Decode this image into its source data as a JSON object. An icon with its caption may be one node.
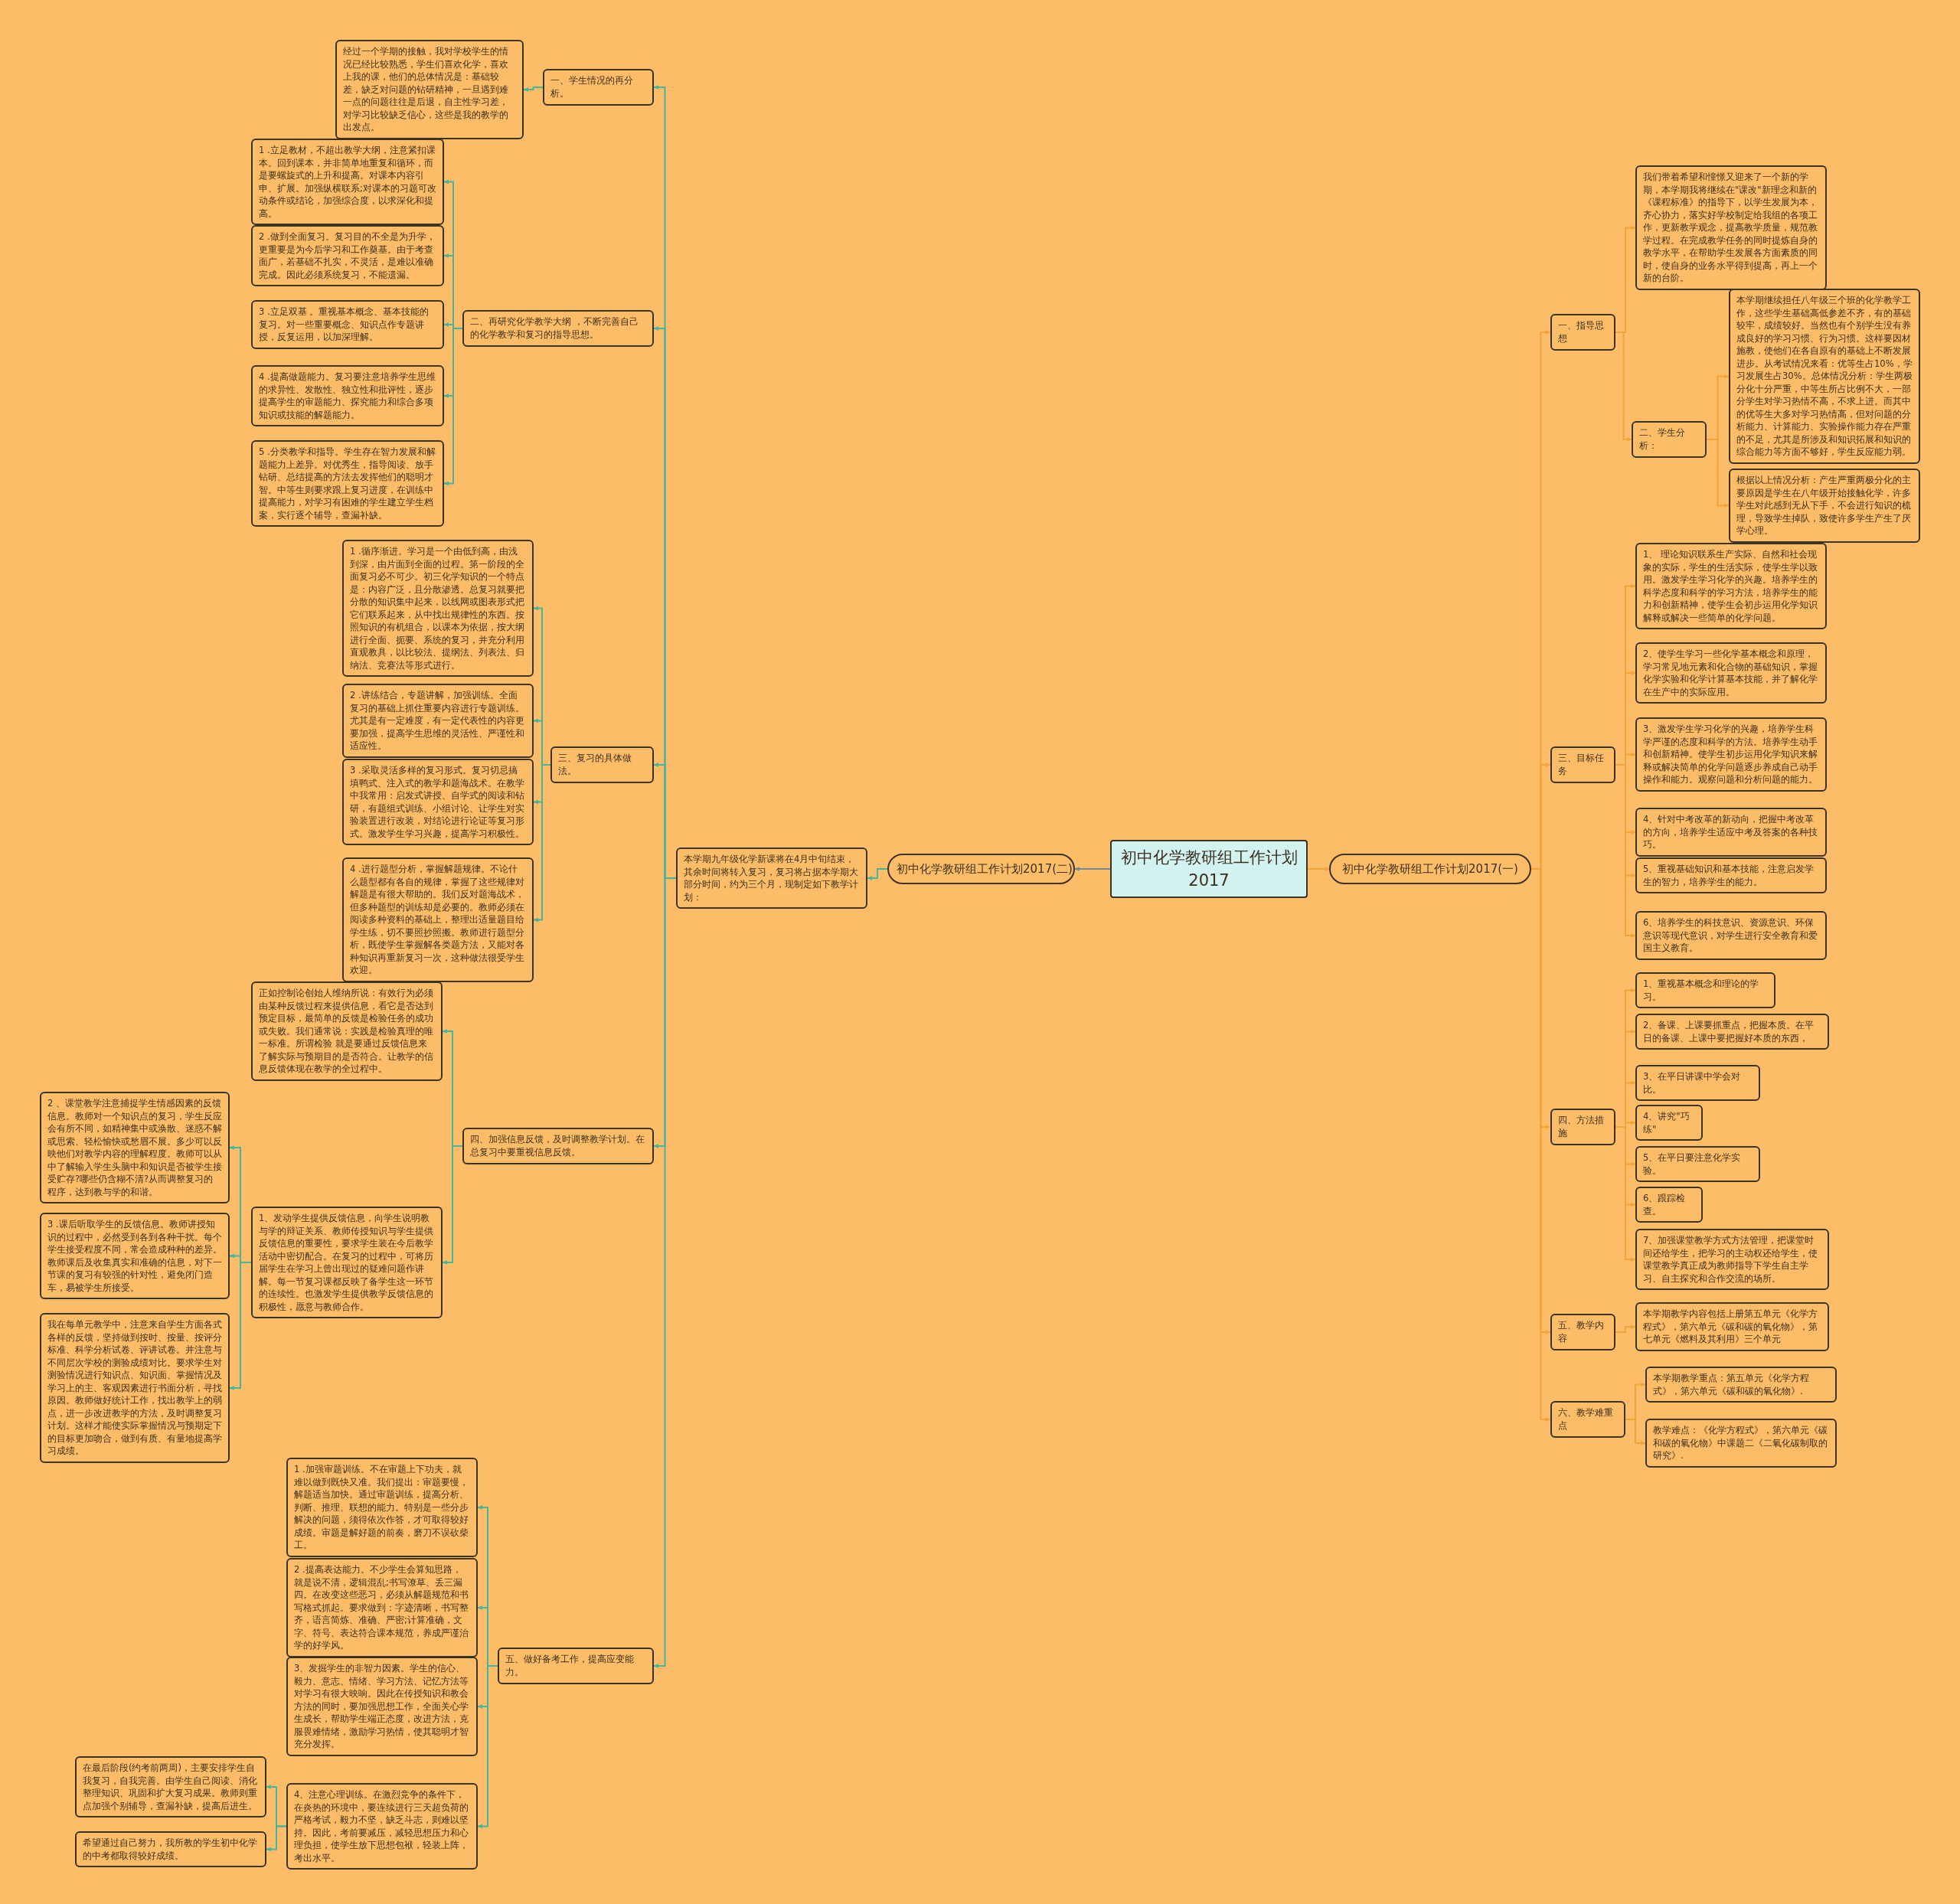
{
  "diagram": {
    "nodes": [
      {
        "text": [
          "初中化学教研组工作计划2017"
        ]
      },
      {
        "text": [
          "初中化学教研组工作计划2017(一)"
        ]
      },
      {
        "text": [
          "一、指导思想"
        ]
      },
      {
        "text": [
          "我们带着希望和憧憬又迎来了一个新的学期，本学期我将继续在\"课改\"新理念和新的《课程标准》的指导下，以学生发展为本，齐心协力，落实好学校制定给我组的各项工作，更新教学观念，提高教学质量，规范教学过程。在完成教学任务的同时提炼自身的教学水平，在帮助学生发展各方面素质的同时，使自身的业务水平得到提高，再上一个新的台阶。"
        ]
      },
      {
        "text": [
          "二、学生分析："
        ]
      },
      {
        "text": [
          "本学期继续担任八年级三个班的化学教学工作，这些学生基础高低参差不齐，有的基础较牢，成绩较好。当然也有个别学生没有养成良好的学习习惯、行为习惯。这样要因材施教，使他们在各自原有的基础上不断发展进步。从考试情况来看：优等生占10%，学习发展生占30%。总体情况分析：学生两极分化十分严重，中等生所占比例不大，一部分学生对学习热情不高，不求上进。而其中的优等生大多对学习热情高，但对问题的分析能力、计算能力、实验操作能力存在严重的不足，尤其是所涉及和知识拓展和知识的综合能力等方面不够好，学生反应能力弱。"
        ]
      },
      {
        "text": [
          "根据以上情况分析：产生严重两极分化的主要原因是学生在八年级开始接触化学，许多学生对此感到无从下手，不会进行知识的梳理，导致学生掉队，致使许多学生产生了厌学心理。"
        ]
      },
      {
        "text": [
          "三、目标任务"
        ]
      },
      {
        "text": [
          "1、 理论知识联系生产实际、自然和社会现象的实际，学生的生活实际，使学生学以致用。激发学生学习化学的兴趣。培养学生的科学态度和科学的学习方法，培养学生的能力和创新精神，使学生会初步运用化学知识解释或解决一些简单的化学问题。"
        ]
      },
      {
        "text": [
          "2、使学生学习一些化学基本概念和原理，学习常见地元素和化合物的基础知识，掌握化学实验和化学计算基本技能，并了解化学在生产中的实际应用。"
        ]
      },
      {
        "text": [
          "3、激发学生学习化学的兴趣，培养学生科学严谨的态度和科学的方法。培养学生动手和创新精神。使学生初步运用化学知识来解释或解决简单的化学问题逐步养成自己动手操作和能力。观察问题和分析问题的能力。"
        ]
      },
      {
        "text": [
          "4、针对中考改革的新动向，把握中考改革的方向，培养学生适应中考及答案的各种技巧。"
        ]
      },
      {
        "text": [
          "5、重视基础知识和基本技能，注意启发学生的智力，培养学生的能力。"
        ]
      },
      {
        "text": [
          "6、培养学生的科技意识、资源意识、环保意识等现代意识，对学生进行安全教育和爱国主义教育。"
        ]
      },
      {
        "text": [
          "四、方法措施"
        ]
      },
      {
        "text": [
          "1、重视基本概念和理论的学习。"
        ]
      },
      {
        "text": [
          "2、备课、上课要抓重点，把握本质。在平日的备课、上课中要把握好本质的东西，"
        ]
      },
      {
        "text": [
          "3、在平日讲课中学会对比。"
        ]
      },
      {
        "text": [
          "4、讲究\"巧练\""
        ]
      },
      {
        "text": [
          "5、在平日要注意化学实验。"
        ]
      },
      {
        "text": [
          "6、跟踪检查。"
        ]
      },
      {
        "text": [
          "7、加强课堂教学方式方法管理，把课堂时间还给学生，把学习的主动权还给学生，使课堂教学真正成为教师指导下学生自主学习、自主探究和合作交流的场所。"
        ]
      },
      {
        "text": [
          "五、教学内容"
        ]
      },
      {
        "text": [
          "本学期教学内容包括上册第五单元《化学方程式》，第六单元《碳和碳的氧化物》，第七单元《燃料及其利用》三个单元"
        ]
      },
      {
        "text": [
          "六、教学难重点"
        ]
      },
      {
        "text": [
          "本学期教学重点：第五单元《化学方程式》，第六单元《碳和碳的氧化物》."
        ]
      },
      {
        "text": [
          "教学难点：《化学方程式》，第六单元《碳和碳的氧化物》中课题二《二氧化碳制取的研究》."
        ]
      },
      {
        "text": [
          "初中化学教研组工作计划2017(二)"
        ]
      },
      {
        "text": [
          "本学期九年级化学新课将在4月中旬结束，其余时间将转入复习，复习将占据本学期大部分时间，约为三个月，现制定如下教学计划："
        ]
      },
      {
        "text": [
          "一、学生情况的再分析。"
        ]
      },
      {
        "text": [
          "经过一个学期的接触，我对学校学生的情况已经比较熟悉，学生们喜欢化学，喜欢上我的课，他们的总体情况是：基础较差，缺乏对问题的钻研精神，一旦遇到难一点的问题往往是后退，自主性学习差，对学习比较缺乏信心，这些是我的教学的出发点。"
        ]
      },
      {
        "text": [
          "二、再研究化学教学大纲 ，不断完善自己的化学教学和复习的指导思想。"
        ]
      },
      {
        "text": [
          "1 .立足教材，不超出教学大纲，注意紧扣课本。回到课本，并非简单地重复和循环，而是要螺旋式的上升和提高。对课本内容引申、扩展。加强纵横联系;对课本的习题可改动条件或结论，加强综合度，以求深化和提高。"
        ]
      },
      {
        "text": [
          "2 .做到全面复习。复习目的不全是为升学，更重要是为今后学习和工作奠基。由于考查面广，若基础不扎实，不灵活，是难以准确完成。因此必须系统复习，不能遗漏。"
        ]
      },
      {
        "text": [
          "3 .立足双基 。重视基本概念、基本技能的复习。对一些重要概念、知识点作专题讲授，反复运用，以加深理解。"
        ]
      },
      {
        "text": [
          "4 .提高做题能力。复习要注意培养学生思维的求异性、发散性、独立性和批评性，逐步提高学生的审题能力、探究能力和综合多项知识或技能的解题能力。"
        ]
      },
      {
        "text": [
          "5 .分类教学和指导。学生存在智力发展和解题能力上差异。对优秀生，指导阅读、放手钻研、总结提高的方法去发挥他们的聪明才智。中等生则要求跟上复习进度，在训练中提高能力，对学习有困难的学生建立学生档案，实行逐个辅导，查漏补缺。"
        ]
      },
      {
        "text": [
          "三、复习的具体做法。"
        ]
      },
      {
        "text": [
          "1 .循序渐进。学习是一个由低到高，由浅到深，由片面到全面的过程。第一阶段的全面复习必不可少。初三化学知识的一个特点是：内容广泛，且分散渗透。总复习就要把分散的知识集中起来，以线网或图表形式把它们联系起来，从中找出规律性的东西。按照知识的有机组合，以课本为依据，按大纲进行全面、扼要、系统的复习，并充分利用直观教具，以比较法、提纲法、列表法、归纳法、竞赛法等形式进行。"
        ]
      },
      {
        "text": [
          "2 .讲练结合，专题讲解，加强训练。全面复习的基础上抓住重要内容进行专题训练。尤其是有一定难度，有一定代表性的内容更要加强，提高学生思维的灵活性、严谨性和适应性。"
        ]
      },
      {
        "text": [
          "3 .采取灵活多样的复习形式。复习切忌搞填鸭式、注入式的教学和题海战术。在教学中我常用：启发式讲授、自学式的阅读和钻研，有题组式训练、小组讨论、让学生对实验装置进行改装，对结论进行论证等复习形式。激发学生学习兴趣，提高学习积极性。"
        ]
      },
      {
        "text": [
          "4 .进行题型分析，掌握解题规律。不论什么题型都有各自的规律，掌握了这些规律对解题是有很大帮助的。我们反对题海战术，但多种题型的训练却是必要的。教师必须在阅读多种资料的基础上，整理出适量题目给学生练，切不要照抄照搬。教师进行题型分析，既使学生掌握解各类题方法，又能对各种知识再重新复习一次，这种做法很受学生欢迎。"
        ]
      },
      {
        "text": [
          "四、加强信息反馈，及时调整教学计划。在总复习中要重视信息反馈。"
        ]
      },
      {
        "text": [
          "正如控制论创始人维纳所说：有效行为必须由某种反馈过程来提供信息，看它是否达到预定目标，最简单的反馈是检验任务的成功或失败。我们通常说：实践是检验真理的唯一标准。所谓检验 就是要通过反馈信息来了解实际与预期目的是否符合。让教学的信息反馈体现在教学的全过程中。"
        ]
      },
      {
        "text": [
          "1、发动学生提供反馈信息，向学生说明教与学的辩证关系、教师传授知识与学生提供反馈信息的重要性，要求学生装在今后教学活动中密切配合。在复习的过程中，可将历届学生在学习上曾出现过的疑难问题作讲解。每一节复习课都反映了备学生这一环节的连续性。也激发学生提供教学反馈信息的积极性，愿意与教师合作。"
        ]
      },
      {
        "text": [
          "2 、课堂教学注意捕捉学生情感因素的反馈信息。教师对一个知识点的复习，学生反应会有所不同，如精神集中或涣散、迷惑不解或思索、轻松愉快或愁眉不展。多少可以反映他们对教学内容的理解程度。教师可以从中了解输入学生头脑中和知识是否被学生接受贮存?哪些仍含糊不清?从而调整复习的程序，达到教与学的和谐。"
        ]
      },
      {
        "text": [
          "3 .课后听取学生的反馈信息。教师讲授知识的过程中，必然受到各到各种干扰。每个学生接受程度不同，常会造成种种的差异。教师课后及收集真实和准确的信息，对下一节课的复习有较强的针对性，避免闭门造车，易被学生所接受。"
        ]
      },
      {
        "text": [
          "我在每单元教学中，注意来自学生方面各式各样的反馈，坚持做到按时、按量、按评分标准、科学分析试卷、评讲试卷。并注意与不同层次学校的测验成绩对比。要求学生对测验情况进行知识点、知识面、掌握情况及学习上的主、客观因素进行书面分析，寻找原因。教师做好统计工作，找出教学上的弱点，进一步改进教学的方法，及时调整复习计划。这样才能使实际掌握情况与预期定下的目标更加吻合，做到有质、有量地提高学习成绩。"
        ]
      },
      {
        "text": [
          "五、做好备考工作，提高应变能力。"
        ]
      },
      {
        "text": [
          "1 .加强审题训练。不在审题上下功夫，就难以做到既快又准。我们提出：审题要慢，解题适当加快。通过审题训练，提高分析、判断、推理、联想的能力。特别是一些分步解决的问题，须得依次作答，才可取得较好成绩。审题是解好题的前奏，磨刀不误砍柴工。"
        ]
      },
      {
        "text": [
          "2 .提高表达能力。不少学生会算知思路，就是说不清，逻辑混乱;书写潦草、丢三漏四。在改变这些恶习，必须从解题规范和书写格式抓起。要求做到：字迹清晰，书写整齐，语言简炼、准确、严密;计算准确，文字、符号、表达符合课本规范，养成严谨治学的好学风。"
        ]
      },
      {
        "text": [
          "3、发掘学生的非智力因素。学生的信心、毅力、意志、情绪、学习方法、记忆方法等对学习有很大映响。因此在传授知识和教会方法的同时，要加强思想工作，全面关心学生成长，帮助学生端正态度，改进方法，克服畏难情绪，激励学习热情，使其聪明才智充分发挥。"
        ]
      },
      {
        "text": [
          "4、注意心理训练。在激烈竞争的条件下，在炎热的环境中，要连续进行三天超负荷的严格考试，毅力不坚，缺乏斗志，则难以坚持。因此，考前要减压，减轻思想压力和心理负担，使学生放下思想包袱，轻装上阵，考出水平。"
        ]
      },
      {
        "text": [
          "在最后阶段(约考前两周)，主要安排学生自我复习，自我完善。由学生自己阅读、消化整理知识、巩固和扩大复习成果。教师则重点加强个别辅导，查漏补缺，提高后进生。"
        ]
      },
      {
        "text": [
          "希望通过自己努力，我所教的学生初中化学的中考都取得较好成绩。"
        ]
      }
    ],
    "edges": [
      {
        "from": 0,
        "to": 1,
        "arrow": "to",
        "color": "#f2a437"
      },
      {
        "from": 1,
        "to": 2,
        "arrow": "to",
        "color": "#f2a437"
      },
      {
        "from": 2,
        "to": 3,
        "arrow": "to",
        "color": "#f2a437"
      },
      {
        "from": 2,
        "to": 4,
        "arrow": "to",
        "color": "#f2a437"
      },
      {
        "from": 4,
        "to": 5,
        "arrow": "to",
        "color": "#f2a437"
      },
      {
        "from": 4,
        "to": 6,
        "arrow": "to",
        "color": "#f2a437"
      },
      {
        "from": 1,
        "to": 7,
        "arrow": "to",
        "color": "#f2a437"
      },
      {
        "from": 7,
        "to": 8,
        "arrow": "to",
        "color": "#f2a437"
      },
      {
        "from": 7,
        "to": 9,
        "arrow": "to",
        "color": "#f2a437"
      },
      {
        "from": 7,
        "to": 10,
        "arrow": "to",
        "color": "#f2a437"
      },
      {
        "from": 7,
        "to": 11,
        "arrow": "to",
        "color": "#f2a437"
      },
      {
        "from": 7,
        "to": 12,
        "arrow": "to",
        "color": "#f2a437"
      },
      {
        "from": 7,
        "to": 13,
        "arrow": "to",
        "color": "#f2a437"
      },
      {
        "from": 1,
        "to": 14,
        "arrow": "to",
        "color": "#f2a437"
      },
      {
        "from": 14,
        "to": 15,
        "arrow": "to",
        "color": "#f2a437"
      },
      {
        "from": 14,
        "to": 16,
        "arrow": "to",
        "color": "#f2a437"
      },
      {
        "from": 14,
        "to": 17,
        "arrow": "to",
        "color": "#f2a437"
      },
      {
        "from": 14,
        "to": 18,
        "arrow": "to",
        "color": "#f2a437"
      },
      {
        "from": 14,
        "to": 19,
        "arrow": "to",
        "color": "#f2a437"
      },
      {
        "from": 14,
        "to": 20,
        "arrow": "to",
        "color": "#f2a437"
      },
      {
        "from": 14,
        "to": 21,
        "arrow": "to",
        "color": "#f2a437"
      },
      {
        "from": 1,
        "to": 22,
        "arrow": "to",
        "color": "#f2a437"
      },
      {
        "from": 22,
        "to": 23,
        "arrow": "to",
        "color": "#f2a437"
      },
      {
        "from": 1,
        "to": 24,
        "arrow": "to",
        "color": "#f2a437"
      },
      {
        "from": 24,
        "to": 25,
        "arrow": "to",
        "color": "#f2a437"
      },
      {
        "from": 24,
        "to": 26,
        "arrow": "to",
        "color": "#f2a437"
      },
      {
        "from": 0,
        "to": 27,
        "arrow": "to",
        "color": "#6f8a94"
      },
      {
        "from": 27,
        "to": 28,
        "arrow": "to"
      },
      {
        "from": 28,
        "to": 29,
        "arrow": "to"
      },
      {
        "from": 29,
        "to": 30,
        "arrow": "to"
      },
      {
        "from": 28,
        "to": 31,
        "arrow": "to"
      },
      {
        "from": 31,
        "to": 32,
        "arrow": "to"
      },
      {
        "from": 31,
        "to": 33,
        "arrow": "to"
      },
      {
        "from": 31,
        "to": 34,
        "arrow": "to"
      },
      {
        "from": 31,
        "to": 35,
        "arrow": "to"
      },
      {
        "from": 31,
        "to": 36,
        "arrow": "to"
      },
      {
        "from": 28,
        "to": 37,
        "arrow": "to"
      },
      {
        "from": 37,
        "to": 38,
        "arrow": "to"
      },
      {
        "from": 37,
        "to": 39,
        "arrow": "to"
      },
      {
        "from": 37,
        "to": 40,
        "arrow": "to"
      },
      {
        "from": 37,
        "to": 41,
        "arrow": "to"
      },
      {
        "from": 28,
        "to": 42,
        "arrow": "to"
      },
      {
        "from": 42,
        "to": 43,
        "arrow": "to"
      },
      {
        "from": 42,
        "to": 44,
        "arrow": "to"
      },
      {
        "from": 44,
        "to": 45,
        "arrow": "to"
      },
      {
        "from": 44,
        "to": 46,
        "arrow": "to"
      },
      {
        "from": 44,
        "to": 47,
        "arrow": "to"
      },
      {
        "from": 28,
        "to": 48,
        "arrow": "to"
      },
      {
        "from": 48,
        "to": 49,
        "arrow": "to"
      },
      {
        "from": 48,
        "to": 50,
        "arrow": "to"
      },
      {
        "from": 48,
        "to": 51,
        "arrow": "to"
      },
      {
        "from": 48,
        "to": 52,
        "arrow": "to"
      },
      {
        "from": 52,
        "to": 53,
        "arrow": "to"
      },
      {
        "from": 52,
        "to": 54,
        "arrow": "to"
      }
    ]
  }
}
